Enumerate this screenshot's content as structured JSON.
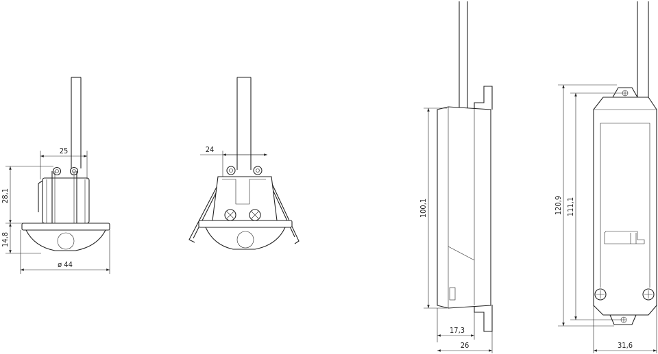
{
  "palette": {
    "line": "#222222",
    "background": "#ffffff"
  },
  "views": {
    "view1": {
      "dim_width": "25",
      "dim_height_top": "28,1",
      "dim_height_bottom": "14,8",
      "dim_diameter": "ø 44"
    },
    "view2": {
      "dim_width": "24"
    },
    "view3": {
      "dim_height": "100,1",
      "dim_depth_inner": "17,3",
      "dim_depth": "26"
    },
    "view4": {
      "dim_height_outer": "120,9",
      "dim_height_inner": "111,1",
      "dim_width": "31,6"
    }
  }
}
